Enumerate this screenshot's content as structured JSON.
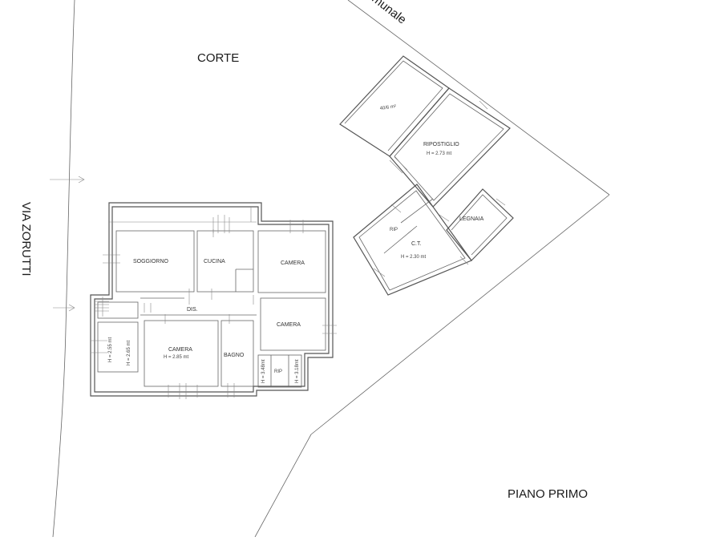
{
  "labels": {
    "corte": "CORTE",
    "via_zorutti": "VIA ZORUTTI",
    "piano_primo": "PIANO PRIMO",
    "munale": "munale"
  },
  "rooms": {
    "soggiorno": "SOGGIORNO",
    "cucina": "CUCINA",
    "camera_top": "CAMERA",
    "camera_right": "CAMERA",
    "camera_main": "CAMERA",
    "camera_main_h": "H = 2.85 mt",
    "dis": "DIS.",
    "bagno": "BAGNO",
    "rip_small": "RIP",
    "h_left": "H = 2.55 mt",
    "h_left2": "H = 2.65 mt",
    "h_rip_a": "H = 3.48mt",
    "h_rip_b": "H = 3.18mt"
  },
  "annex": {
    "ripostiglio": "RIPOSTIGLIO",
    "ripostiglio_h": "H = 2.73 mt",
    "legnaia": "LEGNAIA",
    "ct": "C.T.",
    "ct_h": "H = 2.30 mt",
    "rip": "RIP",
    "top_room": "40/6 m²"
  }
}
